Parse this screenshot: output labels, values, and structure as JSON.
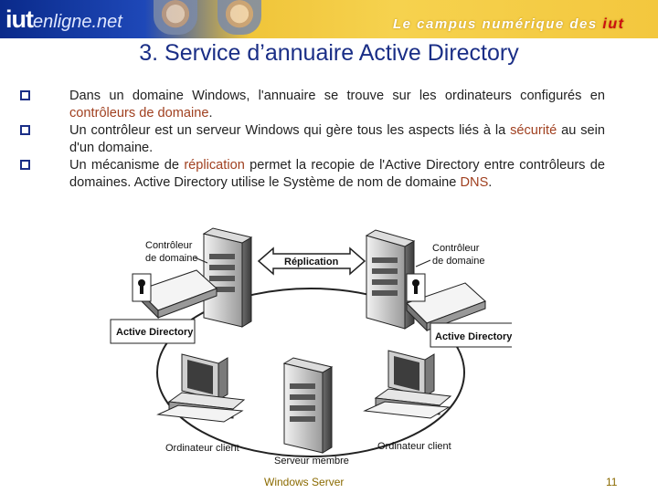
{
  "header": {
    "logo_iut": "iut",
    "logo_rest": "enligne.net",
    "campus_text": "Le campus numérique des",
    "campus_iut": "iut"
  },
  "title": "3. Service d’annuaire Active Directory",
  "bullets": [
    {
      "before": "Dans un domaine Windows, l'annuaire se trouve sur les ordinateurs configurés en ",
      "highlight": "contrôleurs de domaine",
      "after": "."
    },
    {
      "before": "Un contrôleur est un serveur Windows qui gère tous les aspects liés à la ",
      "highlight": "sécurité",
      "after": " au sein d'un domaine."
    },
    {
      "before": "Un mécanisme de ",
      "highlight": "réplication",
      "after": " permet la recopie de l'Active Directory entre contrôleurs de domaines. Active Directory utilise le Système de nom de domaine ",
      "highlight2": "DNS",
      "after2": "."
    }
  ],
  "diagram": {
    "dc_left_line1": "Contrôleur",
    "dc_left_line2": "de domaine",
    "dc_right_line1": "Contrôleur",
    "dc_right_line2": "de domaine",
    "replication": "Réplication",
    "ad_left": "Active Directory",
    "ad_right": "Active Directory",
    "client_left": "Ordinateur client",
    "client_right": "Ordinateur client",
    "member_server": "Serveur membre"
  },
  "footer": {
    "left": "Windows Server",
    "page": "11"
  },
  "colors": {
    "title": "#1a2e86",
    "highlight": "#a04020",
    "footer": "#8a6a00"
  }
}
